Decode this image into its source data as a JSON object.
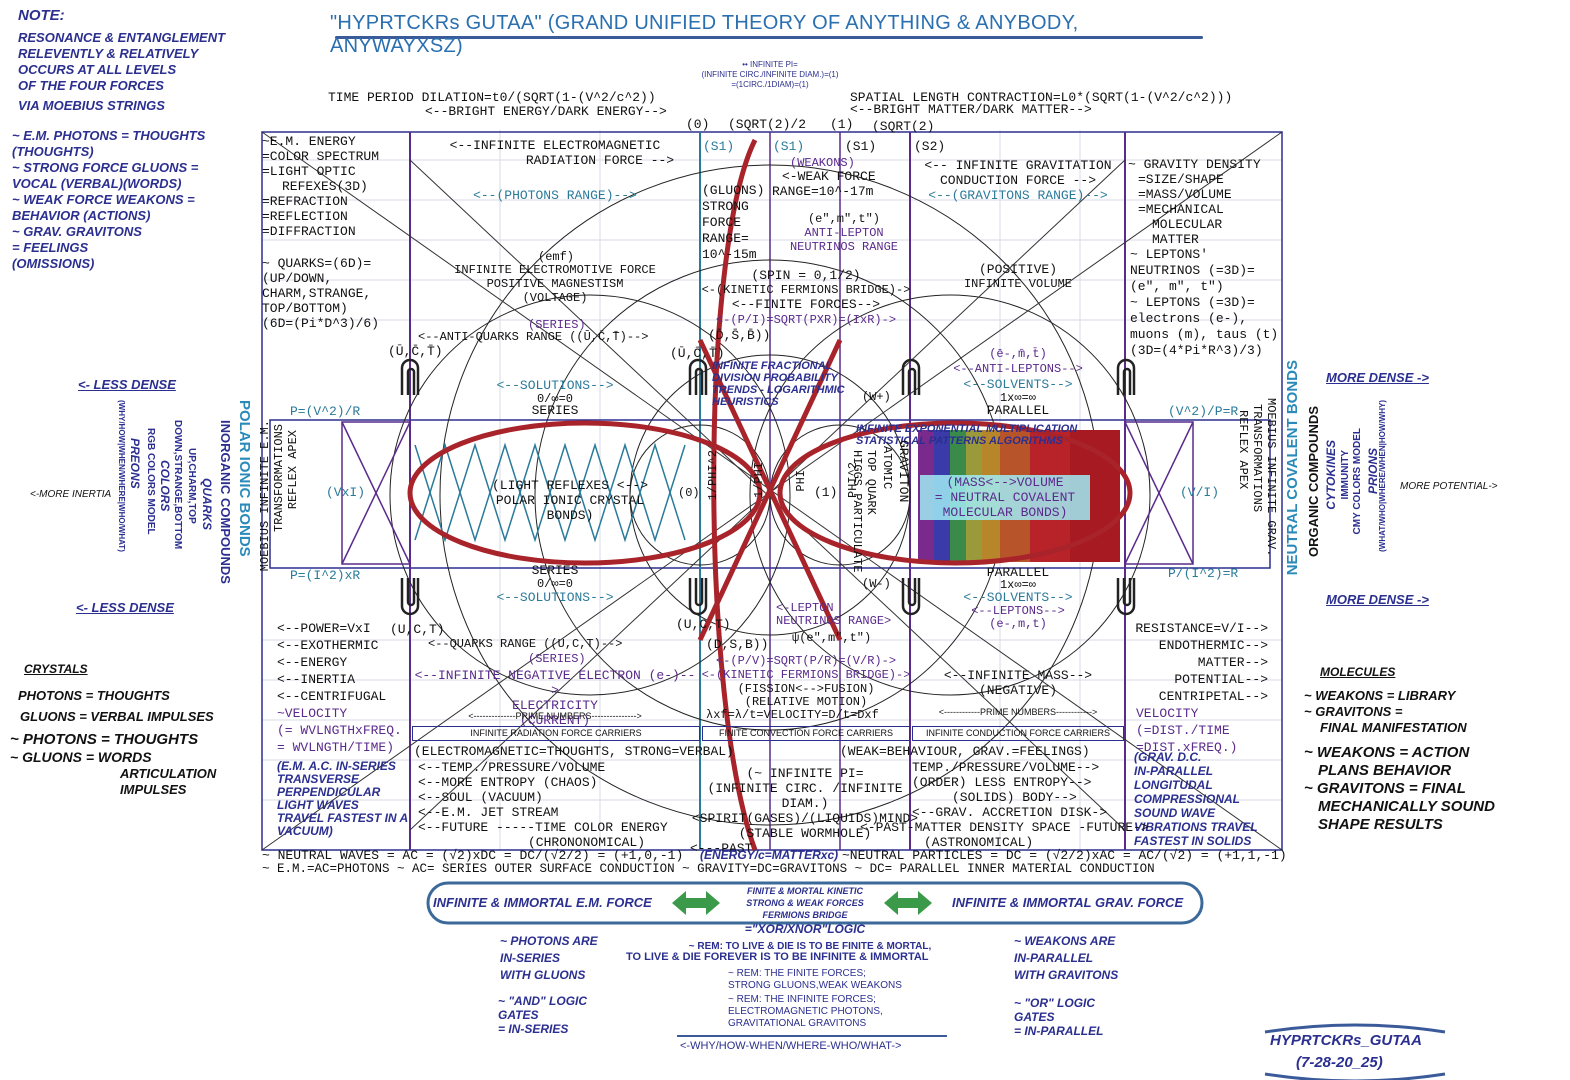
{
  "title": "\"HYPRTCKRs GUTAA\" (GRAND UNIFIED THEORY OF ANYTHING & ANYBODY, ANYWAYXSZ)",
  "note": {
    "heading": "NOTE:",
    "lines": [
      "RESONANCE & ENTANGLEMENT",
      "RELEVENTLY & RELATIVELY",
      "OCCURS AT ALL LEVELS",
      "OF THE FOUR FORCES",
      "VIA MOEBIUS STRINGS"
    ],
    "forces": [
      "~ E.M. PHOTONS = THOUGHTS",
      "(THOUGHTS)",
      "~ STRONG FORCE GLUONS =",
      "VOCAL (VERBAL)(WORDS)",
      "~ WEAK FORCE WEAKONS =",
      "BEHAVIOR (ACTIONS)",
      "~ GRAV. GRAVITONS",
      "= FEELINGS",
      "(OMISSIONS)"
    ]
  },
  "infinite_pi_top": [
    "•• INFINITE PI=",
    "(INFINITE CIRC./INFINITE DIAM.)=(1)",
    "=(1CIRC./1DIAM)=(1)"
  ],
  "time_dilation": "TIME PERIOD DILATION=t0/(SQRT(1-(V^2/c^2))",
  "bright_energy": "<--BRIGHT ENERGY/DARK ENERGY-->",
  "length_contraction": "SPATIAL LENGTH CONTRACTION=L0*(SQRT(1-(V^2/c^2)))",
  "bright_matter": "<--BRIGHT MATTER/DARK MATTER-->",
  "top_markers": [
    "(0)",
    "(SQRT(2)/2",
    "(1)",
    "(SQRT(2)"
  ],
  "left_col": {
    "em_energy": [
      "~E.M. ENERGY",
      "=COLOR SPECTRUM",
      "=LIGHT OPTIC",
      "REFEXES(3D)",
      "=REFRACTION",
      "=REFLECTION",
      "=DIFFRACTION"
    ],
    "quarks": [
      "~ QUARKS=(6D)=",
      "(UP/DOWN,",
      "CHARM,STRANGE,",
      "TOP/BOTTOM)",
      "(6D=(Pi*D^3)/6)"
    ],
    "lower": [
      "<--POWER=VxI",
      "<--EXOTHERMIC",
      "<--ENERGY",
      "<--INERTIA",
      "<--CENTRIFUGAL",
      "~VELOCITY",
      "(= WVLNGTHxFREQ.",
      "= WVLNGTH/TIME)"
    ],
    "em_ac": [
      "(E.M. A.C. IN-SERIES",
      "TRANSVERSE",
      "PERPENDICULAR",
      "LIGHT WAVES",
      "TRAVEL FASTEST IN A",
      "VACUUM)"
    ]
  },
  "right_col": {
    "gravity": [
      "~ GRAVITY DENSITY",
      "=SIZE/SHAPE",
      "=MASS/VOLUME",
      "=MECHANICAL",
      "MOLECULAR",
      "MATTER"
    ],
    "leptons": [
      "~ LEPTONS'",
      "NEUTRINOS (=3D)=",
      "(e\", m\", t\")",
      "~ LEPTONS (=3D)=",
      "electrons (e-),",
      "muons (m), taus (t)",
      "(3D=(4*Pi*R^3)/3)"
    ],
    "lower": [
      "RESISTANCE=V/I-->",
      "ENDOTHERMIC-->",
      "MATTER-->",
      "POTENTIAL-->",
      "CENTRIPETAL-->",
      "VELOCITY",
      "(=DIST./TIME",
      "=DIST.xFREQ.)"
    ],
    "grav_dc": [
      "(GRAV. D.C.",
      "IN-PARALLEL",
      "LONGITUDAL",
      "COMPRESSIONAL",
      "SOUND WAVE",
      "VIBRATIONS TRAVEL",
      "FASTEST IN SOLIDS"
    ]
  },
  "center": {
    "em_radiation": "<--INFINITE ELECTROMAGNETIC",
    "em_radiation2": "RADIATION FORCE -->",
    "photons_range": "<--(PHOTONS RANGE)-->",
    "s1a": "(S1)",
    "s1b": "(S1)",
    "s1c": "(S1)",
    "s2": "(S2)",
    "weakons": "(WEAKONS)",
    "weak_force": "<-WEAK FORCE",
    "weak_range": "RANGE=10^-17m",
    "gluons": [
      "(GLUONS)",
      "STRONG",
      "FORCE",
      "RANGE=",
      "10^-15m"
    ],
    "anti_lepton": [
      "(e\",m\",t\")",
      "ANTI-LEPTON",
      "NEUTRINOS RANGE"
    ],
    "grav_conduction": "<-- INFINITE GRAVITATION",
    "grav_conduction2": "CONDUCTION FORCE -->",
    "gravitons_range": "<--(GRAVITONS RANGE)-->",
    "emf": "(emf)",
    "emf_force": "INFINITE ELECTROMOTIVE FORCE",
    "pos_mag": "POSITIVE MAGNESTISM",
    "voltage": "(VOLTAGE)",
    "spin": "(SPIN = 0,1/2)",
    "kinetic_bridge": "<-(KINETIC FERMIONS BRIDGE)->",
    "finite_forces": "<--FINITE FORCES-->",
    "pi_eq": "<-(P/I)=SQRT(PXR)=(IxR)->",
    "positive": "(POSITIVE)",
    "inf_volume": "INFINITE VOLUME",
    "series_top": "(SERIES)",
    "anti_quarks": "<--ANTI-QUARKS RANGE ((Ū,C̄,T̄)-->",
    "dsb_top": "(D̄,S̄,B̄))",
    "uct_left_top": "(Ū,C̄,T̄)",
    "uct_mid_top": "(Ū,C̄,T̄)",
    "anti_leptons": "<--ANTI-LEPTONS-->",
    "e_m_t_top": "(ē-,m̄,t̄)",
    "solutions_top": "<--SOLUTIONS-->",
    "zero_inf_top": "0/∞=0",
    "series_mid": "SERIES",
    "solvents_top": "<--SOLVENTS-->",
    "one_inf_top": "1x∞=∞",
    "parallel_top": "PARALLEL",
    "fractional": [
      "INFINITE FRACTIONAL",
      "DIVISION PROBABILITY",
      "TRENDS - LOGARITHMIC",
      "HEURISTICS"
    ],
    "w_plus": "(W+)",
    "exponential": [
      "INFINITE EXPONENTIAL MULTIPLICATION",
      "STATISTICAL PATTERNS ALGORITHMS"
    ],
    "p_v2_r": "P=(V^2)/R",
    "v2_p_r": "(V^2)/P=R",
    "vxi": "(VxI)",
    "v_i": "(V/I)",
    "light_reflexes": [
      "(LIGHT REFLEXES <-->",
      "POLAR IONIC CRYSTAL",
      "BONDS)"
    ],
    "zero_mark": "(0)",
    "one_mark": "(1)",
    "phi_labels": [
      "1/PHI^2",
      "1/PHI",
      "PHI",
      "PHI^2"
    ],
    "graviton": [
      "GRAVITON",
      "ATOMIC"
    ],
    "top_quark": [
      "TOP QUARK",
      "HIGGS PARTICULATE"
    ],
    "mass_volume": [
      "(MASS<-->VOLUME",
      "= NEUTRAL COVALENT",
      "MOLECULAR BONDS)"
    ],
    "p_i2_r": "P=(I^2)xR",
    "p_i2_r2": "P/(I^2)=R",
    "series_low": "SERIES",
    "zero_inf_low": "0/∞=0",
    "solutions_low": "<--SOLUTIONS-->",
    "w_minus": "(W-)",
    "parallel_low": "PARALLEL",
    "one_inf_low": "1x∞=∞",
    "solvents_low": "<--SOLVENTS-->",
    "leptons_low": "<--LEPTONS-->",
    "e_m_t_low": "(e-,m,t)",
    "uct_left_low": "(U,C,T)",
    "uct_mid_low": "(U,C,T)",
    "lepton_neutrinos": [
      "<-LEPTON",
      "NEUTRINOS RANGE>"
    ],
    "e_m_t_neutrinos": "ψ(e\",m\",t\")",
    "quarks_range": "<--QUARKS RANGE ((U,C,T)-->",
    "dsb_low": "(D,S,B))",
    "series_low2": "(SERIES)",
    "pv_eq": "<-(P/V)=SQRT(P/R)=(V/R)->",
    "neg_electron": "<--INFINITE NEGATIVE ELECTRON (e-)-->",
    "electricity": "ELECTRICITY",
    "current": "(CURRENT)",
    "kinetic_bridge2": "<-(KINETIC FERMIONS BRIDGE)->",
    "fission": "(FISSION<-->FUSION)",
    "rel_motion": "(RELATIVE MOTION)",
    "inf_mass": "<--INFINITE MASS-->",
    "negative": "(NEGATIVE)",
    "prime_left": "<--------------PRIME NUMBERS--------------->",
    "velocity_eq": "λxf=λ/t=VELOCITY=D/t=Dxf",
    "prime_right": "<------------PRIME NUMBERS------------>",
    "carriers_left": "INFINITE RADIATION FORCE CARRIERS",
    "carriers_mid": "FINITE CONVECTION FORCE CARRIERS",
    "carriers_right": "INFINITE CONDUCTION FORCE CARRIERS",
    "em_thoughts": "(ELECTROMAGNETIC=THOUGHTS, STRONG=VERBAL)",
    "weak_behaviour": "(WEAK=BEHAVIOUR, GRAV.=FEELINGS)",
    "temp_left": "<--TEMP./PRESSURE/VOLUME",
    "inf_pi_center": "(~ INFINITE PI=",
    "temp_right": "TEMP./PRESSURE/VOLUME-->",
    "more_entropy": "<--MORE ENTROPY (CHAOS)",
    "inf_circ": "(INFINITE CIRC. /INFINITE DIAM.)",
    "less_entropy": "(ORDER) LESS ENTROPY-->",
    "soul": "<--SOUL (VACUUM)",
    "spirit": "<SPIRIT(GASES)/(LIQUIDS)MIND>",
    "body": "(SOLIDS) BODY-->",
    "jet_stream": "<--E.M. JET STREAM",
    "wormhole": "(STABLE WORMHOLE)",
    "accretion": "<--GRAV. ACCRETION DISK->",
    "future_left": "<--FUTURE -----TIME COLOR ENERGY",
    "past_mid": "<---PAST",
    "past_right": "<-PAST-MATTER DENSITY SPACE -FUTURE->",
    "chrononomical": "(CHRONONOMICAL)",
    "astronomical": "(ASTRONOMICAL)",
    "energy_c": "(ENERGY/c=MATTERxc)",
    "neutral_waves": "~ NEUTRAL WAVES = AC = (√2)xDC = DC/(√2/2) = (+1,0,-1)",
    "neutral_particles": "~NEUTRAL PARTICLES = DC = (√2/2)xAC = AC/(√2) = (+1,1,-1)",
    "em_ac_photons": "~ E.M.=AC=PHOTONS ~ AC= SERIES OUTER SURFACE CONDUCTION ~ GRAVITY=DC=GRAVITONS ~ DC= PARALLEL INNER MATERIAL CONDUCTION"
  },
  "side_vertical": {
    "left_less_dense_top": "<- LESS DENSE",
    "left_less_dense_bot": "<- LESS DENSE",
    "left_more_inertia": "<-MORE INERTIA",
    "left_wh": "(WHY/HOW|WHEN/WHERE|WHO/WHAT)",
    "left_preons": "PREONS",
    "left_rgb": "RGB COLORS MODEL",
    "left_colors": "COLORS",
    "left_down": "DOWN,STRANGE,BOTTOM",
    "left_up": "UP,CHARM,TOP",
    "left_quarks": "QUARKS",
    "left_inorganic": "INORGANIC COMPOUNDS",
    "left_polar": "POLAR IONIC BONDS",
    "left_moebius": "MOEBIUS INFINITE E.M.",
    "left_transform": "TRANSFORMATIONS",
    "left_reflex": "REFLEX APEX",
    "right_more_dense_top": "MORE DENSE ->",
    "right_more_dense_bot": "MORE DENSE ->",
    "right_more_potential": "MORE POTENTIAL->",
    "right_neutral": "NEUTRAL COVALENT BONDS",
    "right_moebius": "MOEBIUS INFINITE GRAV.",
    "right_transform": "TRANSFORMATIONS",
    "right_reflex": "REFLEX APEX",
    "right_organic": "ORGANIC COMPOUNDS",
    "right_cytokines": "CYTOKINES",
    "right_immunity": "IMMUNITY",
    "right_cmy": "CMY COLORS MODEL",
    "right_prions": "PRIONS",
    "right_wh": "(WHAT/WHO|WHERE/WHEN|HOW/WHY)"
  },
  "crystals": {
    "heading": "CRYSTALS",
    "photons": "PHOTONS = THOUGHTS",
    "gluons": "GLUONS =  VERBAL IMPULSES",
    "photons_big": "~ PHOTONS = THOUGHTS",
    "gluons_big": "~ GLUONS = WORDS",
    "articulation": "ARTICULATION",
    "impulses": "IMPULSES"
  },
  "molecules": {
    "heading": "MOLECULES",
    "weakons": "~ WEAKONS = LIBRARY",
    "gravitons": "~ GRAVITONS =",
    "final": "FINAL MANIFESTATION",
    "weakons_big": "~ WEAKONS = ACTION",
    "plans": "PLANS BEHAVIOR",
    "gravitons_big": "~ GRAVITONS = FINAL",
    "mech": "MECHANICALLY SOUND",
    "shape": "SHAPE RESULTS"
  },
  "bottom": {
    "left_force": "INFINITE & IMMORTAL E.M. FORCE",
    "right_force": "INFINITE & IMMORTAL GRAV. FORCE",
    "mid": [
      "FINITE & MORTAL KINETIC",
      "STRONG & WEAK FORCES",
      "FERMIONS BRIDGE"
    ],
    "xor": "=\"XOR/XNOR\"LOGIC",
    "photons_are": [
      "~ PHOTONS ARE",
      "IN-SERIES",
      "WITH GLUONS"
    ],
    "and_logic": [
      "~ \"AND\" LOGIC",
      "GATES",
      "= IN-SERIES"
    ],
    "rem_live": "~ REM: TO LIVE & DIE IS TO BE FINITE & MORTAL,",
    "live_forever": "TO LIVE & DIE FOREVER IS TO BE INFINITE  & IMMORTAL",
    "rem_finite": [
      "~ REM: THE FINITE FORCES;",
      "STRONG GLUONS,WEAK WEAKONS"
    ],
    "rem_infinite": [
      "~ REM: THE INFINITE FORCES;",
      "ELECTROMAGNETIC PHOTONS,",
      "GRAVITATIONAL GRAVITONS"
    ],
    "why_how": "<-WHY/HOW-WHEN/WHERE-WHO/WHAT->",
    "weakons_are": [
      "~ WEAKONS ARE",
      "IN-PARALLEL",
      "WITH GRAVITONS"
    ],
    "or_logic": [
      "~ \"OR\" LOGIC",
      "GATES",
      "= IN-PARALLEL"
    ],
    "signature": "HYPRTCKRs_GUTAA",
    "date": "(7-28-20_25)"
  },
  "colors": {
    "navy": "#2b2f8f",
    "purple": "#5a2a8c",
    "teal": "#2a7a9a",
    "red": "#a8232a",
    "green": "#3a9a4a",
    "title_blue": "#2a6fb0"
  }
}
